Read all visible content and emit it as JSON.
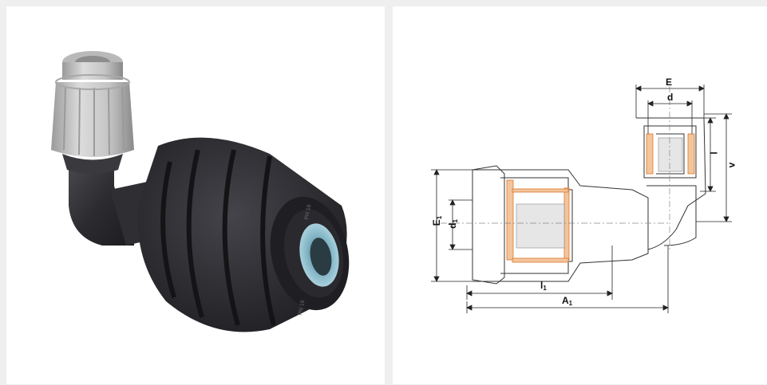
{
  "left_panel": {
    "product_markings": [
      "PN 16",
      "PN 16"
    ]
  },
  "right_panel": {
    "dimension_labels": {
      "E": "E",
      "d": "d",
      "l": "l",
      "v": "v",
      "E1": "E",
      "E1_sub": "1",
      "d1": "d",
      "d1_sub": "1",
      "l1": "l",
      "l1_sub": "1",
      "A1": "A",
      "A1_sub": "1"
    }
  },
  "colors": {
    "background": "#efefef",
    "panel": "#ffffff",
    "fitting_body": "#2c2b2f",
    "nut_grey": "#c9c9c9",
    "seal_blue": "#7fb3c4",
    "drawing_line": "#333333",
    "section_hatch": "#d9772f"
  }
}
